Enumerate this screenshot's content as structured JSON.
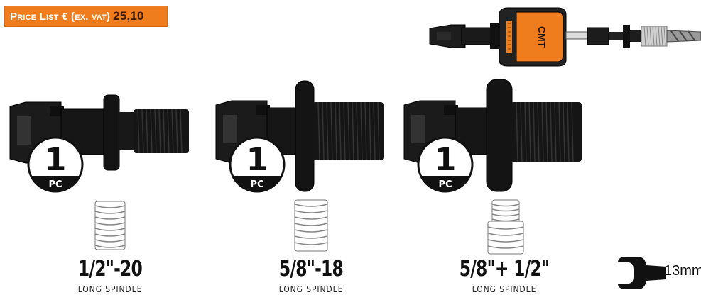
{
  "price": {
    "label": "Price List € (ex. vat)",
    "value": "25,10"
  },
  "products": [
    {
      "size": "1/2\"-20",
      "spindle": "LONG SPINDLE",
      "qty": "1",
      "unit": "PC"
    },
    {
      "size": "5/8\"-18",
      "spindle": "LONG SPINDLE",
      "qty": "1",
      "unit": "PC"
    },
    {
      "size": "5/8\"+ 1/2\"",
      "spindle": "LONG SPINDLE",
      "qty": "1",
      "unit": "PC"
    }
  ],
  "diagram": {
    "brand": "CMT"
  },
  "wrench": {
    "size": "13mm"
  },
  "colors": {
    "accent": "#f07d1d",
    "dark": "#111111"
  }
}
